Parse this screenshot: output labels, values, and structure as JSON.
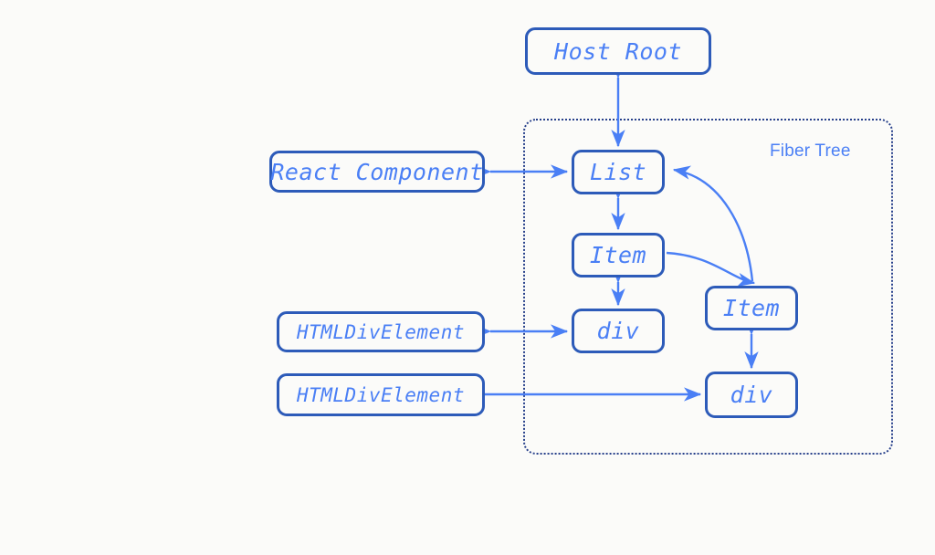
{
  "diagram": {
    "title_label": "Fiber Tree",
    "colors": {
      "background": "#fbfbf9",
      "box_border": "#2d5bb9",
      "box_text": "#4a7ff5",
      "arrow": "#4a7ff5",
      "container_border": "#27408b",
      "label_text": "#4a7ff5"
    },
    "nodes": {
      "host_root": "Host Root",
      "react_component": "React Component",
      "list": "List",
      "item_left": "Item",
      "item_right": "Item",
      "div_left": "div",
      "div_right": "div",
      "html_div_element_1": "HTMLDivElement",
      "html_div_element_2": "HTMLDivElement"
    }
  }
}
